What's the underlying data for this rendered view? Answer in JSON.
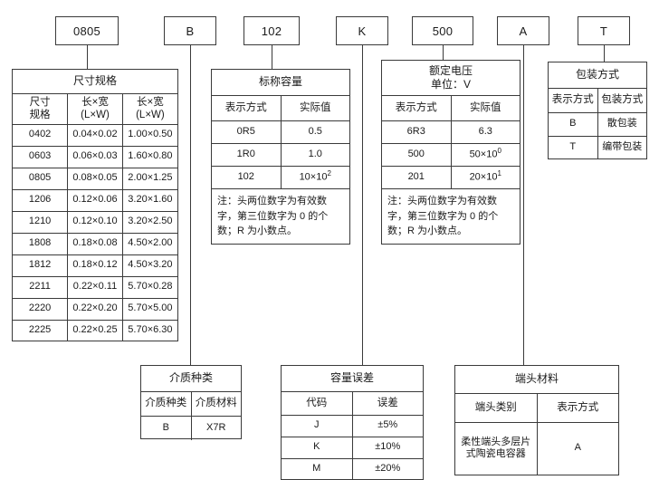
{
  "codes": [
    {
      "name": "size-code",
      "value": "0805"
    },
    {
      "name": "dielectric-code",
      "value": "B"
    },
    {
      "name": "capacitance-code",
      "value": "102"
    },
    {
      "name": "tolerance-code",
      "value": "K"
    },
    {
      "name": "voltage-code",
      "value": "500"
    },
    {
      "name": "termination-code",
      "value": "A"
    },
    {
      "name": "packaging-code",
      "value": "T"
    }
  ],
  "size_table": {
    "title": "尺寸规格",
    "headers": [
      "尺寸\n规格",
      "长×宽\n(L×W)",
      "长×宽\n(L×W)"
    ],
    "header_col1_l1": "尺寸",
    "header_col1_l2": "规格",
    "header_col2_l1": "长×宽",
    "header_col2_l2": "(L×W)",
    "header_col3_l1": "长×宽",
    "header_col3_l2": "(L×W)",
    "rows": [
      [
        "0402",
        "0.04×0.02",
        "1.00×0.50"
      ],
      [
        "0603",
        "0.06×0.03",
        "1.60×0.80"
      ],
      [
        "0805",
        "0.08×0.05",
        "2.00×1.25"
      ],
      [
        "1206",
        "0.12×0.06",
        "3.20×1.60"
      ],
      [
        "1210",
        "0.12×0.10",
        "3.20×2.50"
      ],
      [
        "1808",
        "0.18×0.08",
        "4.50×2.00"
      ],
      [
        "1812",
        "0.18×0.12",
        "4.50×3.20"
      ],
      [
        "2211",
        "0.22×0.11",
        "5.70×0.28"
      ],
      [
        "2220",
        "0.22×0.20",
        "5.70×5.00"
      ],
      [
        "2225",
        "0.22×0.25",
        "5.70×6.30"
      ]
    ]
  },
  "capacitance_table": {
    "title": "标称容量",
    "headers": [
      "表示方式",
      "实际值"
    ],
    "rows": [
      [
        "0R5",
        "0.5"
      ],
      [
        "1R0",
        "1.0"
      ]
    ],
    "row3_code": "102",
    "row3_mantissa": "10×10",
    "row3_exp": "2",
    "note_l1": "注：头两位数字为有效数",
    "note_l2": "字，第三位数字为 0 的个",
    "note_l3": "数；R 为小数点。"
  },
  "voltage_table": {
    "title_l1": "额定电压",
    "title_l2": "单位：V",
    "headers": [
      "表示方式",
      "实际值"
    ],
    "row1_code": "6R3",
    "row1_value": "6.3",
    "row2_code": "500",
    "row2_mantissa": "50×10",
    "row2_exp": "0",
    "row3_code": "201",
    "row3_mantissa": "20×10",
    "row3_exp": "1",
    "note_l1": "注：头两位数字为有效数",
    "note_l2": "字，第三位数字为 0 的个",
    "note_l3": "数；R 为小数点。"
  },
  "packaging_table": {
    "title": "包装方式",
    "headers": [
      "表示方式",
      "包装方式"
    ],
    "rows": [
      [
        "B",
        "散包装"
      ],
      [
        "T",
        "编带包装"
      ]
    ]
  },
  "dielectric_table": {
    "title": "介质种类",
    "headers": [
      "介质种类",
      "介质材料"
    ],
    "rows": [
      [
        "B",
        "X7R"
      ]
    ]
  },
  "tolerance_table": {
    "title": "容量误差",
    "headers": [
      "代码",
      "误差"
    ],
    "rows": [
      [
        "J",
        "±5%"
      ],
      [
        "K",
        "±10%"
      ],
      [
        "M",
        "±20%"
      ]
    ]
  },
  "termination_table": {
    "title": "端头材料",
    "headers": [
      "端头类别",
      "表示方式"
    ],
    "row1_type_l1": "柔性端头多层片",
    "row1_type_l2": "式陶瓷电容器",
    "row1_code": "A"
  }
}
